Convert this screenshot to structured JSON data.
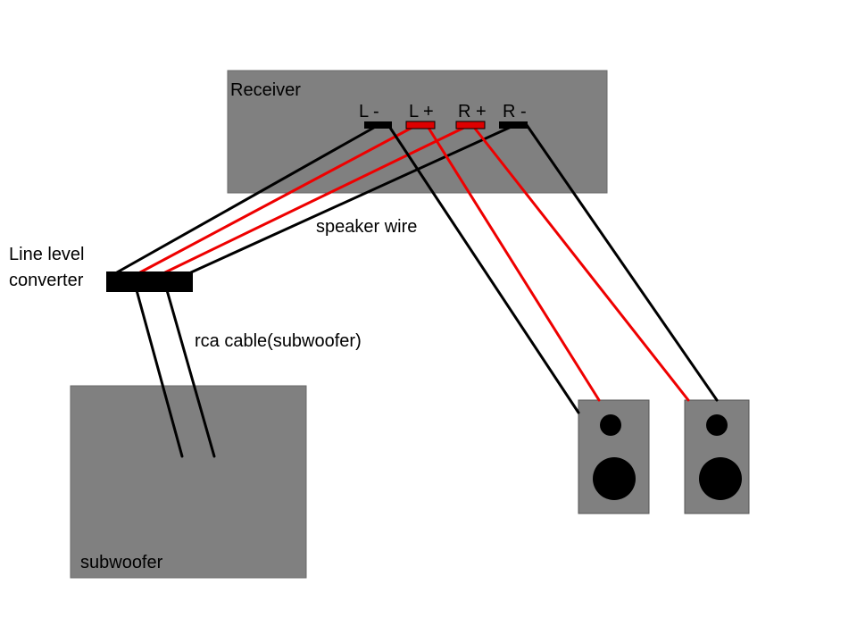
{
  "colors": {
    "box_fill": "#808080",
    "box_stroke": "#555555",
    "terminal_negative": "#000000",
    "terminal_positive": "#dd0000",
    "wire_black": "#000000",
    "wire_red": "#ee0000",
    "speaker_driver": "#000000",
    "background": "#ffffff"
  },
  "receiver": {
    "label": "Receiver",
    "terminals": [
      {
        "label": "L -",
        "polarity": "negative"
      },
      {
        "label": "L +",
        "polarity": "positive"
      },
      {
        "label": "R +",
        "polarity": "positive"
      },
      {
        "label": "R -",
        "polarity": "negative"
      }
    ]
  },
  "converter": {
    "label_line1": "Line level",
    "label_line2": "converter"
  },
  "speaker_wire_label": "speaker wire",
  "rca_label": "rca cable(subwoofer)",
  "subwoofer": {
    "label": "subwoofer"
  },
  "speakers": [
    {
      "channel": "left"
    },
    {
      "channel": "right"
    }
  ]
}
